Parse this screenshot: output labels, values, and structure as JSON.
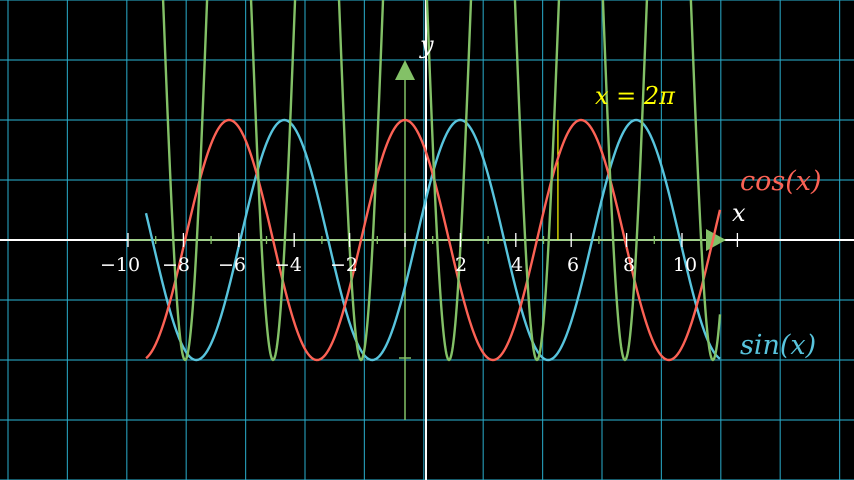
{
  "chart_data": {
    "type": "line",
    "title": "",
    "xlabel": "x",
    "ylabel": "y",
    "xlim": [
      -10,
      11
    ],
    "ylim": [
      -2,
      2
    ],
    "grid": true,
    "x_ticks": [
      -10,
      -8,
      -6,
      -4,
      -2,
      2,
      4,
      6,
      8,
      10
    ],
    "x_tick_labels": [
      "−10",
      "−8",
      "−6",
      "−4",
      "−2",
      "2",
      "4",
      "6",
      "8",
      "10"
    ],
    "series": [
      {
        "name": "sin(x)",
        "label": "sin(x)",
        "color": "#58c4dd",
        "expr": "sin(x)",
        "x_range": [
          -10,
          10.5
        ]
      },
      {
        "name": "cos(x)",
        "label": "cos(x)",
        "color": "#fc6255",
        "expr": "cos(x)",
        "x_range": [
          -10,
          10.5
        ]
      },
      {
        "name": "",
        "color": "#83c167",
        "expr": "cos(x)^2 scaled",
        "x_range": [
          -10,
          10.5
        ]
      }
    ],
    "annotations": [
      {
        "text": "x = 2π",
        "color": "#ffff00",
        "x": 6.283
      }
    ]
  },
  "labels": {
    "x_axis": "x",
    "y_axis": "y",
    "sin_label": "sin(x)",
    "cos_label": "cos(x)",
    "annotation": "x = 2π"
  },
  "colors": {
    "background": "#000000",
    "grid": "#29abca",
    "axes": "#ffffff",
    "sin": "#58c4dd",
    "cos": "#fc6255",
    "green": "#83c167",
    "annotation": "#ffff00"
  }
}
